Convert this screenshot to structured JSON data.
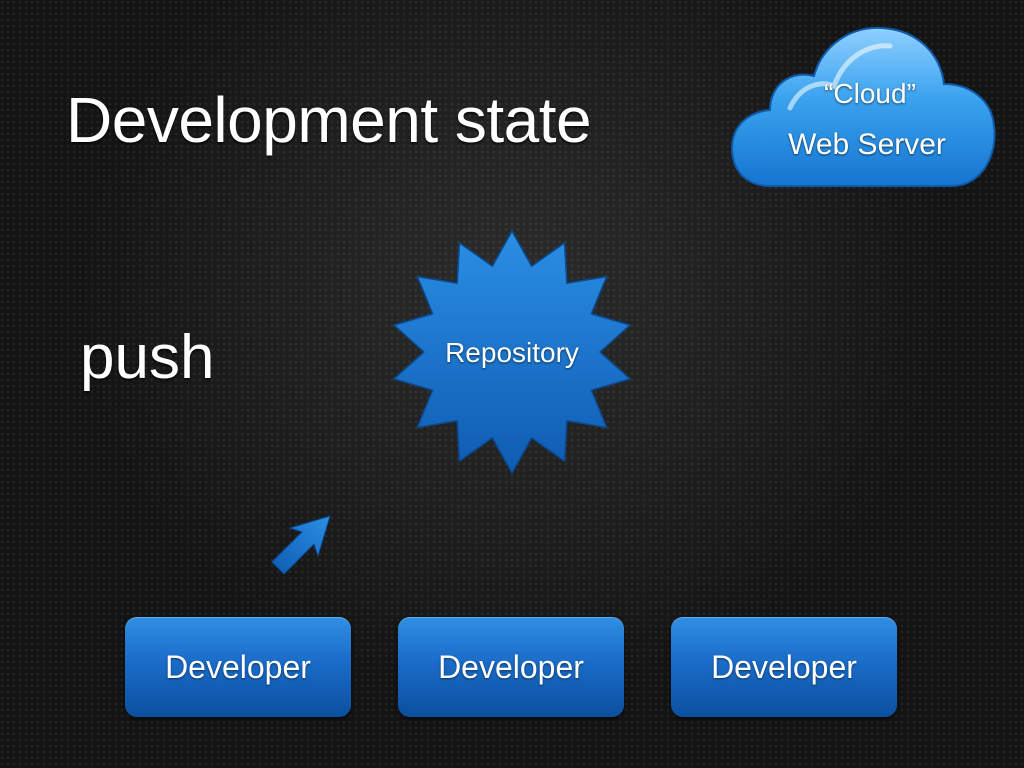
{
  "slide": {
    "title": "Development state",
    "step_label": "push"
  },
  "cloud": {
    "line1": "“Cloud”",
    "line2": "Web Server",
    "color": "#2a97e6"
  },
  "repository": {
    "label": "Repository",
    "color": "#1a78d4"
  },
  "developers": [
    {
      "label": "Developer"
    },
    {
      "label": "Developer"
    },
    {
      "label": "Developer"
    }
  ],
  "arrow": {
    "icon": "arrow-up-right-icon",
    "color": "#1a6fcf"
  }
}
